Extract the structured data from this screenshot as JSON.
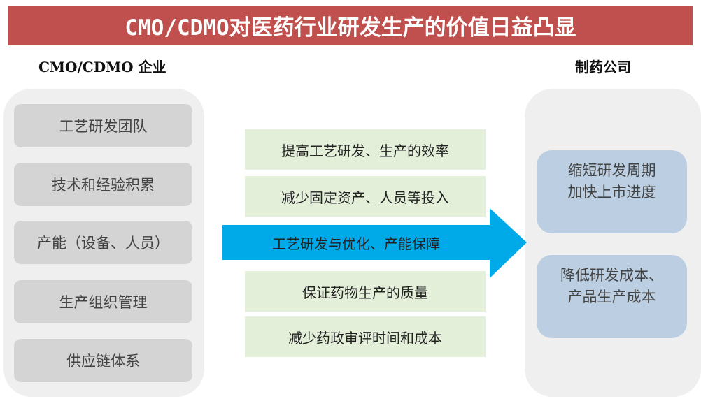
{
  "title": "CMO/CDMO对医药行业研发生产的价值日益凸显",
  "left_heading": "CMO/CDMO 企业",
  "right_heading": "制药公司",
  "left_items": [
    "工艺研发团队",
    "技术和经验积累",
    "产能（设备、人员）",
    "生产组织管理",
    "供应链体系"
  ],
  "middle_items": [
    "提高工艺研发、生产的效率",
    "减少固定资产、人员等投入",
    "保证药物生产的质量",
    "减少药政审评时间和成本"
  ],
  "arrow_label": "工艺研发与优化、产能保障",
  "right_items": [
    {
      "line1": "缩短研发周期",
      "line2": "加快上市进度"
    },
    {
      "line1": "降低研发成本、",
      "line2": "产品生产成本"
    }
  ],
  "colors": {
    "title_bg": "#c0504d",
    "arrow": "#00a9e8",
    "middle_bg": "#e3efd9",
    "right_bg": "#bccfe2",
    "left_bg": "#d4d4d4"
  }
}
